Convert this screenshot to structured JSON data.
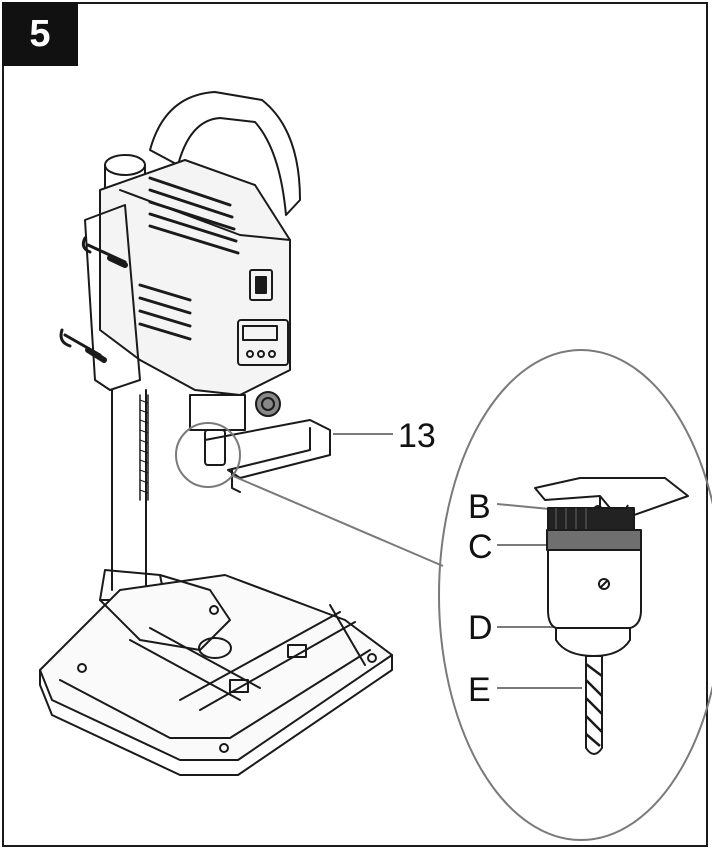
{
  "figure": {
    "step_number": "5",
    "callouts": {
      "part_13": "13",
      "part_b": "B",
      "part_c": "C",
      "part_d": "D",
      "part_e": "E"
    },
    "icons": [
      "drill-press-illustration",
      "chuck-detail-illustration",
      "drill-bit-icon"
    ],
    "colors": {
      "line": "#1a1a1a",
      "callout_line": "#7a7a7a",
      "collar_ring": "#6f6f6f",
      "paper": "#ffffff"
    }
  }
}
